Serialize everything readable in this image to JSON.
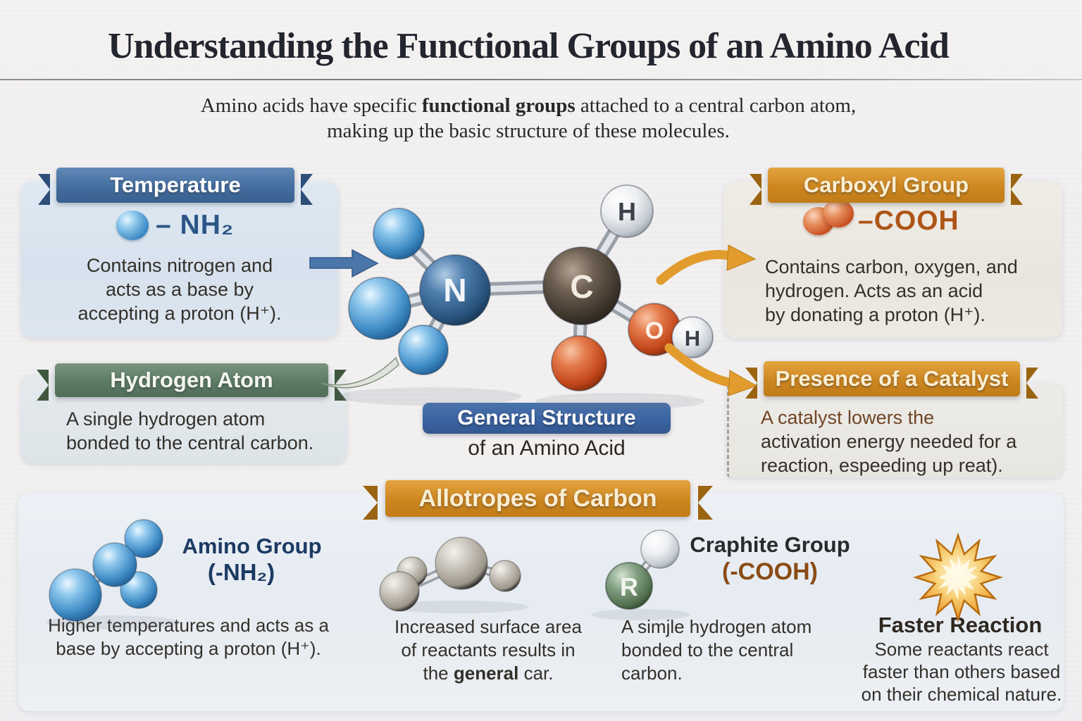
{
  "header": {
    "title": "Understanding the Functional Groups of an Amino Acid",
    "subtitle_pre": "Amino acids have specific ",
    "subtitle_bold": "functional groups",
    "subtitle_post": " attached to a central carbon atom,",
    "subtitle_line2": "making up the basic structure of these molecules."
  },
  "boxes": {
    "temperature": {
      "banner": "Temperature",
      "formula": "– NH₂",
      "lines": [
        "Contains nitrogen and",
        "acts as a base by",
        "accepting a proton (H⁺)."
      ]
    },
    "carboxyl": {
      "banner": "Carboxyl Group",
      "formula": "–COOH",
      "lines": [
        "Contains carbon, oxygen, and",
        "hydrogen. Acts as an acid",
        "by donating a proton (H⁺)."
      ]
    },
    "hydrogen": {
      "banner": "Hydrogen Atom",
      "lines": [
        "A single hydrogen atom",
        "bonded to the central carbon."
      ]
    },
    "catalyst": {
      "banner": "Presence of a Catalyst",
      "line_accent": "A catalyst lowers the",
      "lines": [
        "activation energy needed for a",
        "reaction, espeeding up reat)."
      ]
    }
  },
  "molecule": {
    "label": "General Structure",
    "sublabel": "of an Amino Acid",
    "atoms": {
      "n": "N",
      "c": "C",
      "h_top": "H",
      "o": "O",
      "h_right": "H"
    }
  },
  "allotropes_banner": "Allotropes of Carbon",
  "bottom": {
    "amino": {
      "title": "Amino Group",
      "formula": "(-NH₂)",
      "lines": [
        "Higher temperatures and acts as a",
        "base by accepting a proton (H⁺)."
      ]
    },
    "surface": {
      "line1": "Increased surface area",
      "line2": "of reactants results in",
      "line3_pre": "the ",
      "line3_bold": "general",
      "line3_post": " car."
    },
    "graphite": {
      "title": "Craphite Group",
      "formula": "(-COOH)",
      "r_label": "R",
      "lines": [
        "A simjle hydrogen atom",
        "bonded to the central",
        "carbon."
      ]
    },
    "faster": {
      "title": "Faster Reaction",
      "lines": [
        "Some reactants react",
        "faster than others based",
        "on their chemical nature."
      ]
    }
  },
  "colors": {
    "blue_ribbon": "#446e9f",
    "green_ribbon": "#5c7a64",
    "orange_ribbon": "#cd8620",
    "blue_formula": "#2b5687",
    "brown_formula": "#ad5517",
    "catalyst_accent": "#6f4526",
    "amino_title": "#1c3a63",
    "graphite_formula": "#8a4c15"
  }
}
